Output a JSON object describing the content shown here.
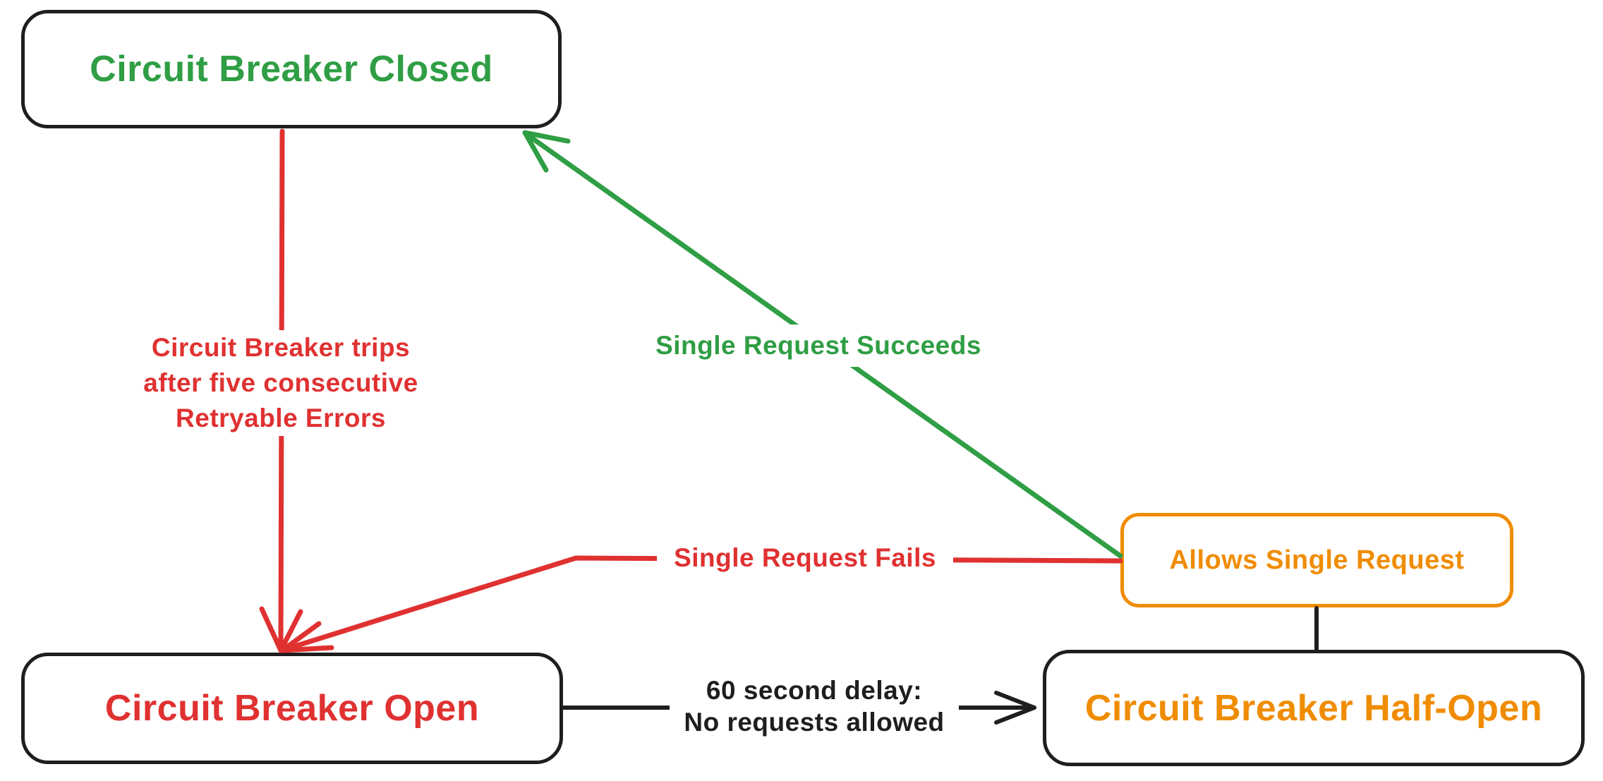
{
  "nodes": {
    "closed": {
      "label": "Circuit Breaker Closed",
      "color": "#2f9e44"
    },
    "open": {
      "label": "Circuit Breaker Open",
      "color": "#e03131"
    },
    "half_open": {
      "label": "Circuit Breaker Half-Open",
      "color": "#f08c00"
    },
    "allows_single_request": {
      "label": "Allows Single Request",
      "color": "#f08c00"
    }
  },
  "edges": {
    "trip": {
      "from": "closed",
      "to": "open",
      "color": "#e03131",
      "lines": [
        "Circuit Breaker trips",
        "after five consecutive",
        "Retryable Errors"
      ]
    },
    "succeeds": {
      "from": "allows_single_request",
      "to": "closed",
      "color": "#2f9e44",
      "label": "Single Request Succeeds"
    },
    "fails": {
      "from": "allows_single_request",
      "to": "open",
      "color": "#e03131",
      "label": "Single Request Fails"
    },
    "delay": {
      "from": "open",
      "to": "half_open",
      "color": "#1e1e1e",
      "lines": [
        "60 second delay:",
        "No requests allowed"
      ]
    },
    "connector": {
      "from": "half_open",
      "to": "allows_single_request",
      "color": "#1e1e1e",
      "label": ""
    }
  },
  "palette": {
    "stroke_black": "#1e1e1e",
    "green": "#2f9e44",
    "red": "#e03131",
    "orange": "#f08c00",
    "background": "#ffffff"
  }
}
